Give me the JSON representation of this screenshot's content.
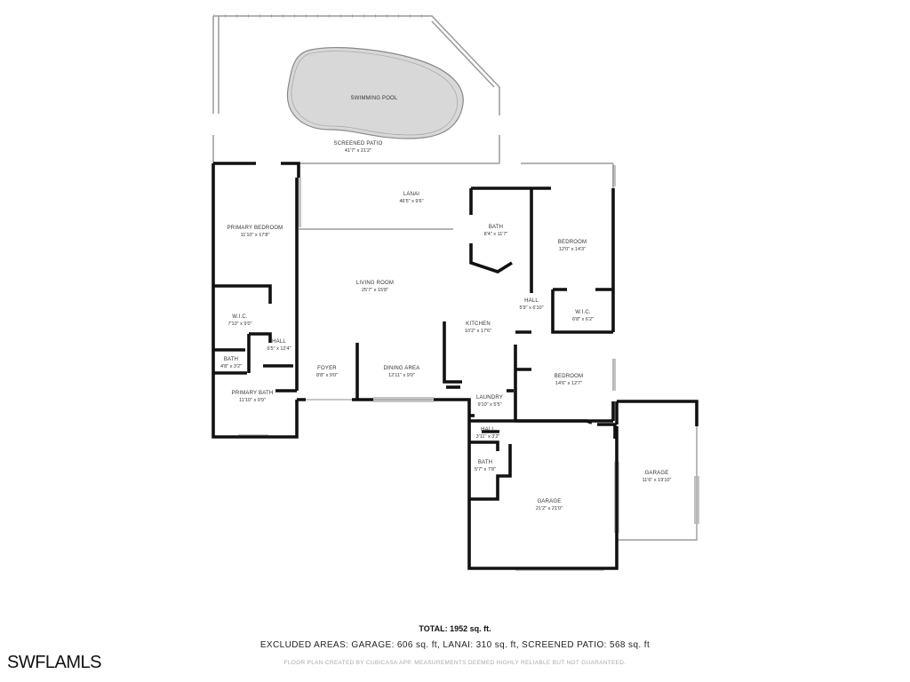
{
  "rooms": [
    {
      "id": "pool",
      "name": "SWIMMING POOL",
      "dim": ""
    },
    {
      "id": "patio",
      "name": "SCREENED PATIO",
      "dim": "41'7\" x 21'2\""
    },
    {
      "id": "lanai",
      "name": "LANAI",
      "dim": "46'5\" x 9'6\""
    },
    {
      "id": "primary-bedroom",
      "name": "PRIMARY BEDROOM",
      "dim": "11'10\" x 17'8\""
    },
    {
      "id": "bath-1",
      "name": "BATH",
      "dim": "8'4\" x 11'7\""
    },
    {
      "id": "bedroom-1",
      "name": "BEDROOM",
      "dim": "12'0\" x 14'3\""
    },
    {
      "id": "living-room",
      "name": "LIVING ROOM",
      "dim": "25'7\" x 15'8\""
    },
    {
      "id": "hall-1",
      "name": "HALL",
      "dim": "5'9\" x 6'10\""
    },
    {
      "id": "wic-1",
      "name": "W.I.C.",
      "dim": "7'10\" x 9'0\""
    },
    {
      "id": "wic-2",
      "name": "W.I.C.",
      "dim": "6'8\" x 6'2\""
    },
    {
      "id": "kitchen",
      "name": "KITCHEN",
      "dim": "10'2\" x 17'6\""
    },
    {
      "id": "hall-2",
      "name": "HALL",
      "dim": "6'5\" x 12'4\""
    },
    {
      "id": "bath-2",
      "name": "BATH",
      "dim": "4'8\" x 3'2\""
    },
    {
      "id": "foyer",
      "name": "FOYER",
      "dim": "8'8\" x 9'0\""
    },
    {
      "id": "dining",
      "name": "DINING AREA",
      "dim": "12'11\" x 9'0\""
    },
    {
      "id": "bedroom-2",
      "name": "BEDROOM",
      "dim": "14'6\" x 12'7\""
    },
    {
      "id": "primary-bath",
      "name": "PRIMARY BATH",
      "dim": "11'10\" x 9'9\""
    },
    {
      "id": "laundry",
      "name": "LAUNDRY",
      "dim": "9'10\" x 5'5\""
    },
    {
      "id": "hall-3",
      "name": "HALL",
      "dim": "3'11\" x 3'2\""
    },
    {
      "id": "bath-3",
      "name": "BATH",
      "dim": "5'7\" x 7'8\""
    },
    {
      "id": "garage-1",
      "name": "GARAGE",
      "dim": "21'2\" x 21'0\""
    },
    {
      "id": "garage-2",
      "name": "GARAGE",
      "dim": "11'6\" x 19'10\""
    }
  ],
  "summary": {
    "total": "TOTAL: 1952 sq. ft.",
    "excluded": "EXCLUDED AREAS: GARAGE: 606 sq. ft, LANAI: 310 sq. ft, SCREENED PATIO: 568 sq. ft",
    "disclaimer": "FLOOR PLAN CREATED BY CUBICASA APP. MEASUREMENTS DEEMED HIGHLY RELIABLE BUT NOT GUARANTEED."
  },
  "watermark": "SWFLAMLS",
  "colors": {
    "wall": "#111111",
    "thin_wall": "#9a9a9a",
    "pool_fill": "#d8d8d8",
    "pool_stroke": "#888888"
  }
}
